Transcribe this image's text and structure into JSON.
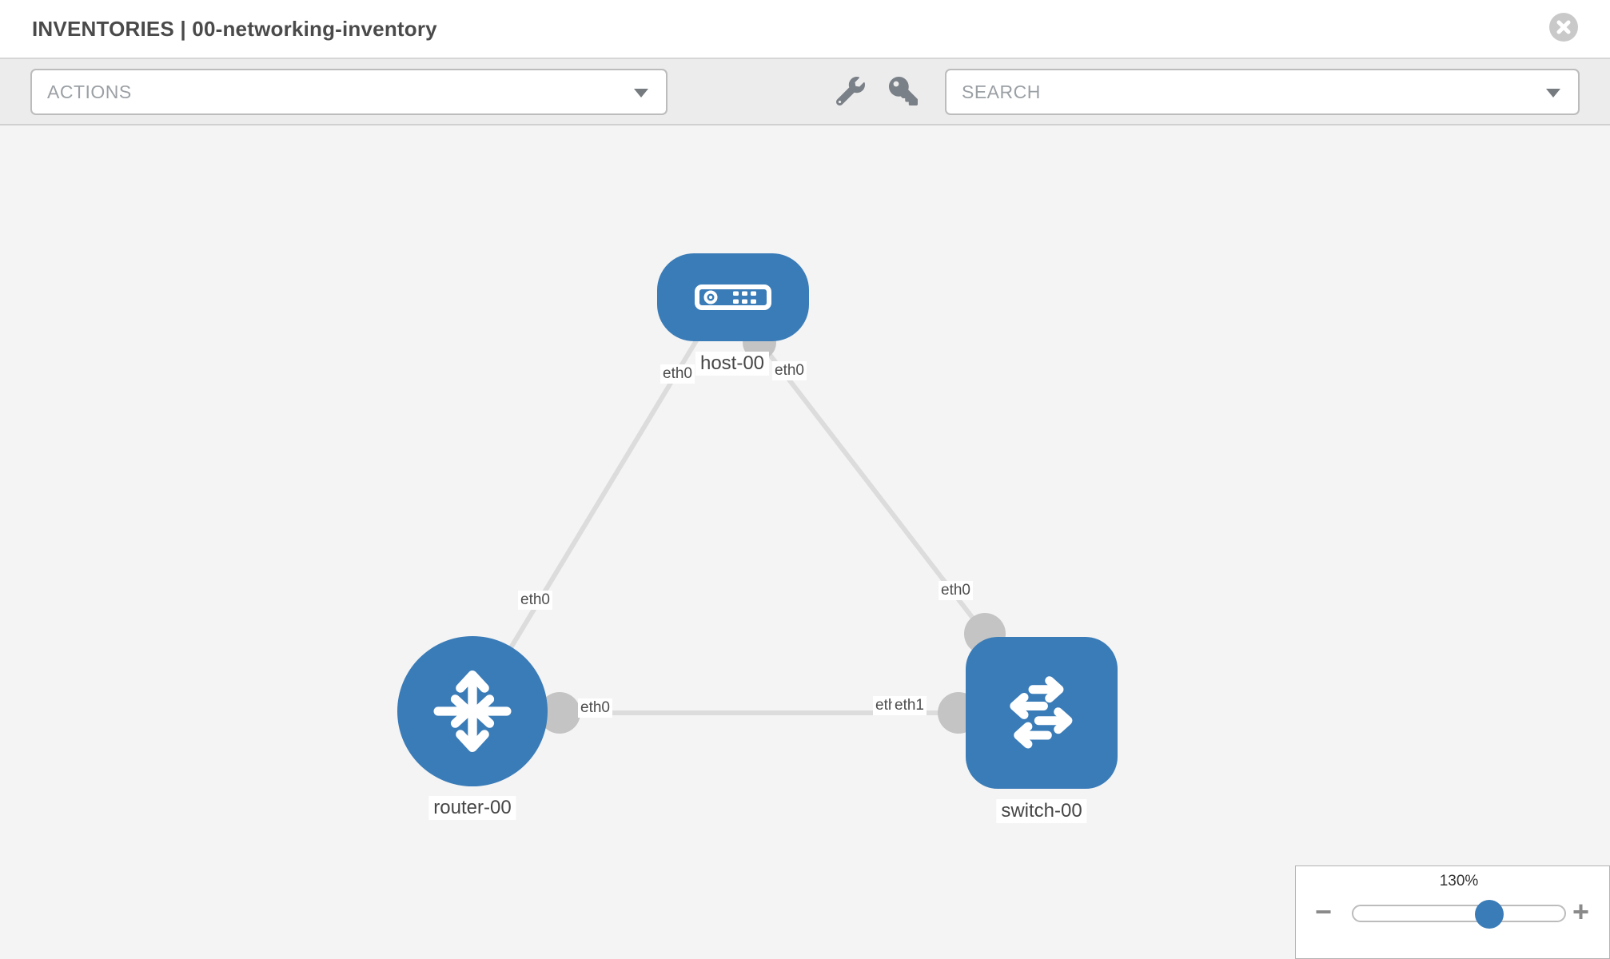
{
  "header": {
    "title": "INVENTORIES | 00-networking-inventory"
  },
  "toolbar": {
    "actions_label": "ACTIONS",
    "search_placeholder": "SEARCH"
  },
  "canvas": {
    "nodes": [
      {
        "label": "host-00",
        "type": "host"
      },
      {
        "label": "router-00",
        "type": "router"
      },
      {
        "label": "switch-00",
        "type": "switch"
      }
    ],
    "links": [
      {
        "from": "host-00",
        "from_if": "eth0",
        "to": "router-00",
        "to_if": "eth0"
      },
      {
        "from": "host-00",
        "from_if": "eth0",
        "to": "switch-00",
        "to_if": "eth0"
      },
      {
        "from": "router-00",
        "from_if": "eth0",
        "to": "switch-00",
        "to_if": "eth1"
      }
    ],
    "overlapped_label": "eth0"
  },
  "zoom": {
    "value": "130%",
    "minus_label": "−",
    "plus_label": "+"
  },
  "colors": {
    "node_blue": "#3a7cb8",
    "link_gray": "#dcdcdc",
    "port_gray": "#c4c4c4",
    "toolbar_bg": "#ececec",
    "canvas_bg": "#f4f4f4"
  }
}
